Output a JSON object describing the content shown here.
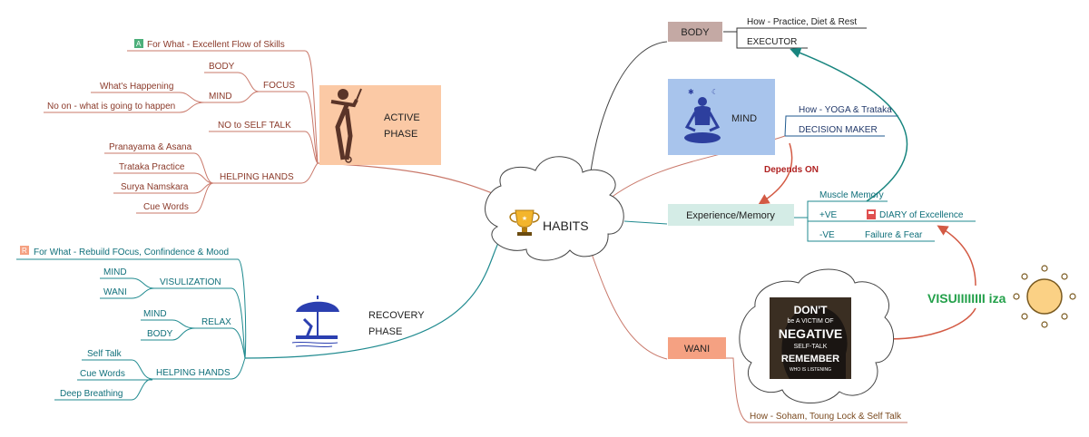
{
  "center": {
    "label": "HABITS"
  },
  "active_phase": {
    "line1": "ACTIVE",
    "line2": "PHASE",
    "for_what": "For What - Excellent Flow of Skills",
    "focus": {
      "label": "FOCUS",
      "body": "BODY",
      "mind": "MIND",
      "whats_happening": "What's Happening",
      "no_on": "No on - what is going to happen"
    },
    "no_self_talk": "NO to SELF TALK",
    "helping_hands": {
      "label": "HELPING HANDS",
      "items": [
        "Pranayama & Asana",
        "Trataka Practice",
        "Surya Namskara",
        "Cue Words"
      ]
    }
  },
  "recovery_phase": {
    "line1": "RECOVERY",
    "line2": "PHASE",
    "for_what": "For What - Rebuild FOcus, Confindence & Mood",
    "visualization": {
      "label": "VISULIZATION",
      "mind": "MIND",
      "wani": "WANI"
    },
    "relax": {
      "label": "RELAX",
      "mind": "MIND",
      "body": "BODY"
    },
    "helping_hands": {
      "label": "HELPING HANDS",
      "items": [
        "Self Talk",
        "Cue Words",
        "Deep Breathing"
      ]
    }
  },
  "body": {
    "label": "BODY",
    "how": "How - Practice, Diet & Rest",
    "executor": "EXECUTOR"
  },
  "mind": {
    "label": "MIND",
    "how": "How - YOGA & Trataka",
    "decision_maker": "DECISION MAKER"
  },
  "depends_on": "Depends ON",
  "experience": {
    "label": "Experience/Memory",
    "muscle_memory": "Muscle Memory",
    "plus_ve": "+VE",
    "diary": "DIARY of Excellence",
    "minus_ve": "-VE",
    "failure": "Failure & Fear"
  },
  "wani": {
    "label": "WANI",
    "how": "How - Soham, Toung Lock & Self Talk",
    "poster": {
      "l1": "DON'T",
      "l2": "be A VICTIM OF",
      "l3": "NEGATIVE",
      "l4": "SELF-TALK",
      "l5": "REMEMBER",
      "l6": "WHO IS LISTENING"
    }
  },
  "visualization_label": "VISUIIIIIIII iza",
  "colors": {
    "brown_line": "#c9786a",
    "teal_line": "#1f8a8f",
    "dark_line": "#555555",
    "body_box": "#c4a9a4",
    "mind_box": "#a8c4ec",
    "experience_box": "#d4ece6",
    "wani_box": "#f5a182",
    "active_box": "#fbc9a5",
    "arrow_red": "#d35a44",
    "arrow_teal": "#18857f",
    "vis_green": "#23a04a",
    "sun": "#fbd185"
  },
  "icons": [
    "golf-icon",
    "trophy-icon",
    "meditation-icon",
    "rain-umbrella-icon",
    "sun-icon",
    "flag-icon",
    "diary-icon"
  ]
}
